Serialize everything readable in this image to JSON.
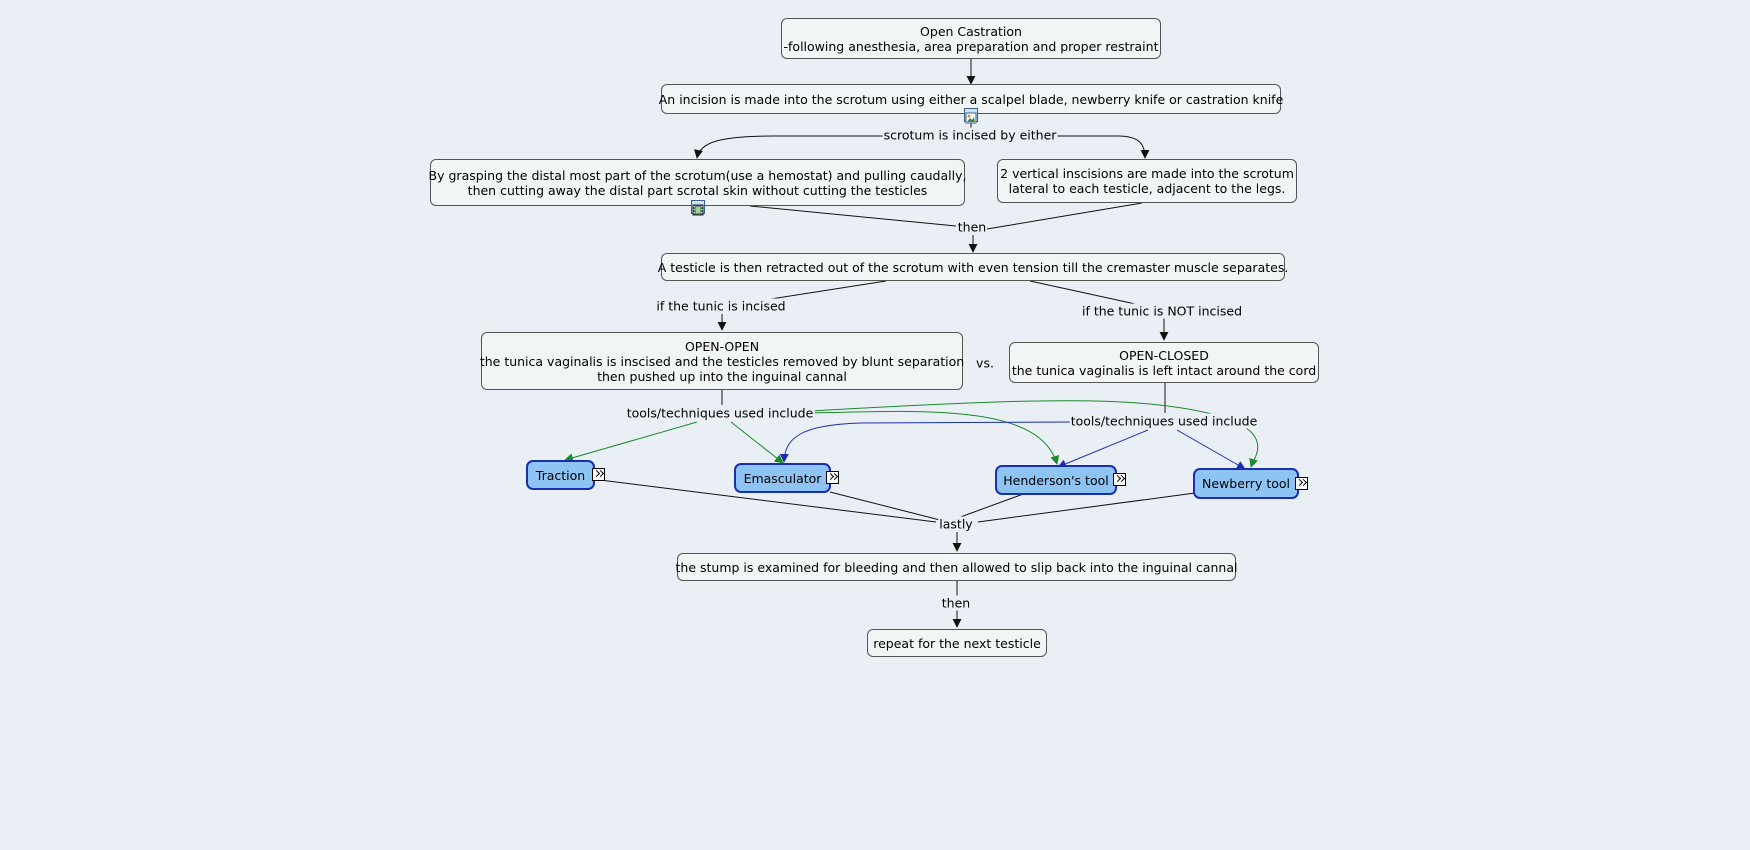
{
  "nodes": {
    "title": {
      "line1": "Open Castration",
      "line2": "-following anesthesia, area preparation and proper restraint"
    },
    "incision": {
      "text": "An incision is made into the scrotum using either a scalpel blade, newberry knife or castration knife"
    },
    "grasp": {
      "line1": "By grasping the distal most part of the scrotum(use a hemostat) and pulling caudally,",
      "line2": "then cutting away the distal part scrotal skin without cutting the testicles"
    },
    "vertical": {
      "line1": "2 vertical inscisions are made into the scrotum",
      "line2": "lateral to each testicle, adjacent to the legs."
    },
    "retract": {
      "text": "A testicle is then retracted out of the scrotum with even tension till the cremaster muscle separates."
    },
    "open_open": {
      "line1": "OPEN-OPEN",
      "line2": "the tunica vaginalis is inscised and the testicles removed by blunt separation",
      "line3": "then pushed up into the inguinal cannal"
    },
    "open_closed": {
      "line1": "OPEN-CLOSED",
      "line2": "the tunica vaginalis is left intact around the cord"
    },
    "stump": {
      "text": "the stump is examined for bleeding and then allowed to slip back into the inguinal cannal"
    },
    "repeat": {
      "text": "repeat for the next testicle"
    }
  },
  "tools": {
    "traction": "Traction",
    "emasculator": "Emasculator",
    "hendersons": "Henderson's tool",
    "newberry": "Newberry tool"
  },
  "links": {
    "incised_by": "scrotum is incised by either",
    "then1": "then",
    "tunic_incised": "if the tunic is incised",
    "tunic_not": "if the tunic is NOT incised",
    "vs": "vs.",
    "tools_open": "tools/techniques used include",
    "tools_closed": "tools/techniques used include",
    "lastly": "lastly",
    "then2": "then"
  },
  "colors": {
    "green": "#1a8a2a",
    "blue": "#1a2fb0",
    "dark": "#222222"
  },
  "icons": {
    "image_resource": "image-icon",
    "film_resource": "film-icon",
    "tool_link": "double-chevron-icon"
  }
}
